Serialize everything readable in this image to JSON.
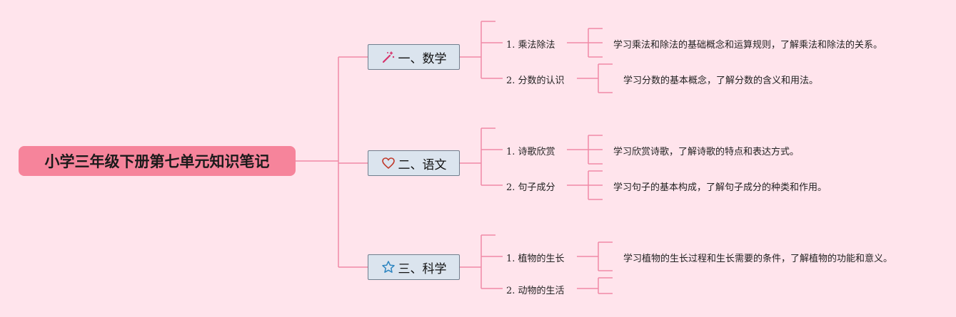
{
  "root": {
    "title": "小学三年级下册第七单元知识笔记"
  },
  "colors": {
    "line": "#f08aa6",
    "root_bg": "#f6849b",
    "branch_bg": "#dbe4ee",
    "background": "#ffe4ec"
  },
  "branches": [
    {
      "label": "一、数学",
      "icon": "magic-wand-icon",
      "topics": [
        {
          "label": "1. 乘法除法",
          "detail": "学习乘法和除法的基础概念和运算规则，了解乘法和除法的关系。"
        },
        {
          "label": "2. 分数的认识",
          "detail": "学习分数的基本概念，了解分数的含义和用法。"
        }
      ]
    },
    {
      "label": "二、语文",
      "icon": "heart-icon",
      "topics": [
        {
          "label": "1. 诗歌欣赏",
          "detail": "学习欣赏诗歌，了解诗歌的特点和表达方式。"
        },
        {
          "label": "2. 句子成分",
          "detail": "学习句子的基本构成，了解句子成分的种类和作用。"
        }
      ]
    },
    {
      "label": "三、科学",
      "icon": "star-icon",
      "topics": [
        {
          "label": "1. 植物的生长",
          "detail": "学习植物的生长过程和生长需要的条件，了解植物的功能和意义。"
        },
        {
          "label": "2. 动物的生活",
          "detail": ""
        }
      ]
    }
  ]
}
